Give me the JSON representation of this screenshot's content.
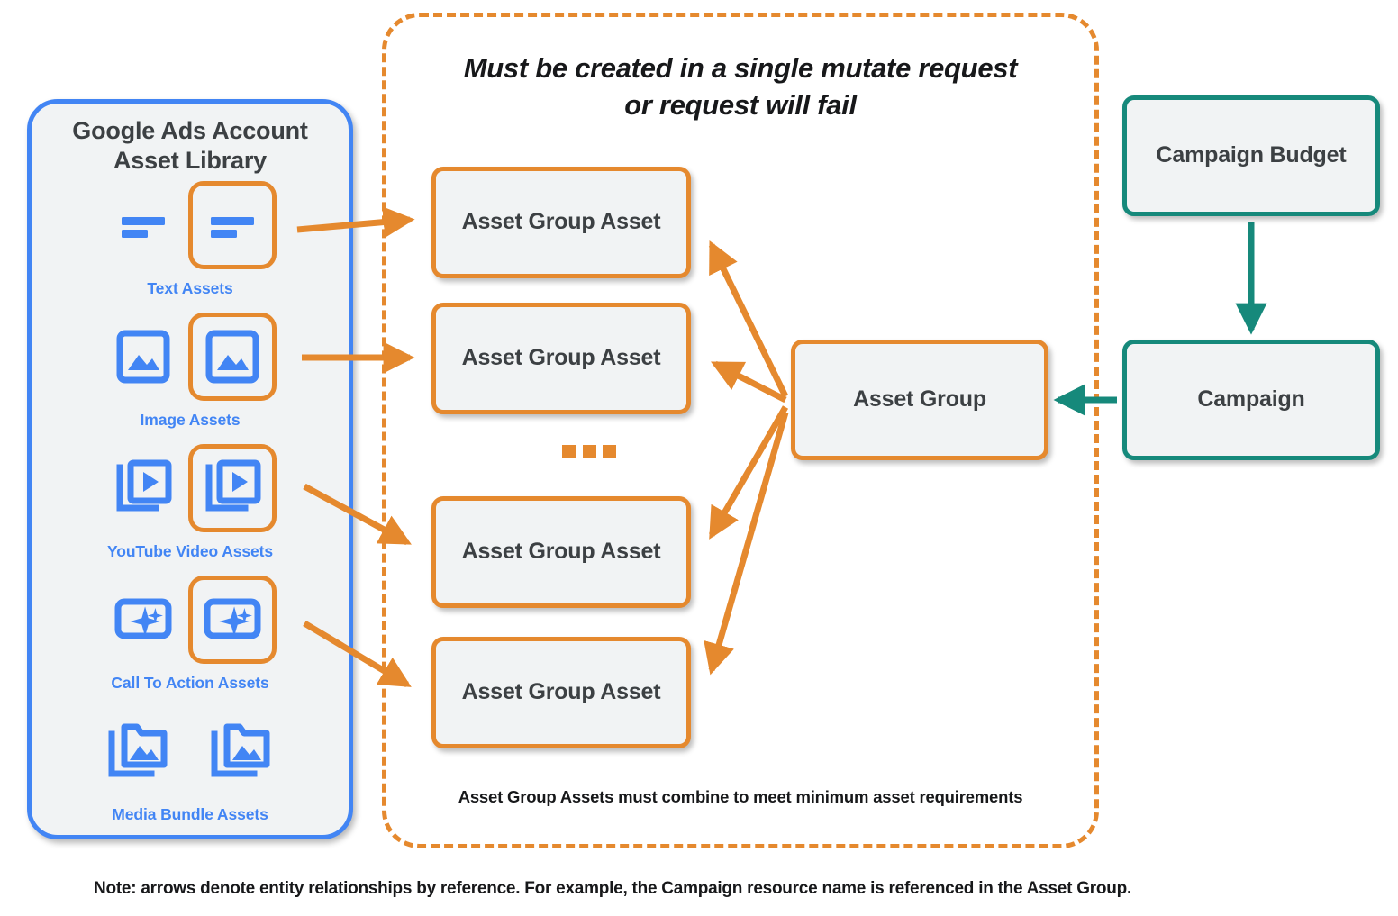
{
  "diagram": {
    "title": "Google Ads Asset Group relationships",
    "colors": {
      "blue": "#4285F4",
      "orange": "#E5892E",
      "teal": "#16897B",
      "node_fill": "#F1F3F4",
      "text_dark": "#3C4043"
    }
  },
  "asset_library": {
    "title_line1": "Google Ads Account",
    "title_line2": "Asset Library",
    "items": [
      {
        "label": "Text Assets",
        "icon": "text-asset-icon",
        "highlighted": true
      },
      {
        "label": "Image Assets",
        "icon": "image-asset-icon",
        "highlighted": true
      },
      {
        "label": "YouTube Video  Assets",
        "icon": "video-asset-icon",
        "highlighted": true
      },
      {
        "label": "Call To Action Assets",
        "icon": "call-to-action-icon",
        "highlighted": true
      },
      {
        "label": "Media Bundle  Assets",
        "icon": "media-bundle-icon",
        "highlighted": false
      }
    ]
  },
  "mutate_container": {
    "title_line1": "Must be created in a single mutate request",
    "title_line2": "or request will fail",
    "footnote": "Asset Group Assets must combine to meet minimum asset requirements",
    "ellipsis": "..."
  },
  "nodes": {
    "asset_group_assets": [
      {
        "label": "Asset Group Asset"
      },
      {
        "label": "Asset Group Asset"
      },
      {
        "label": "Asset Group Asset"
      },
      {
        "label": "Asset Group Asset"
      }
    ],
    "asset_group": {
      "label": "Asset Group"
    },
    "campaign_budget": {
      "label": "Campaign Budget"
    },
    "campaign": {
      "label": "Campaign"
    }
  },
  "footer": {
    "note": "Note: arrows denote entity relationships by reference. For example, the Campaign resource name is referenced in the Asset Group."
  }
}
